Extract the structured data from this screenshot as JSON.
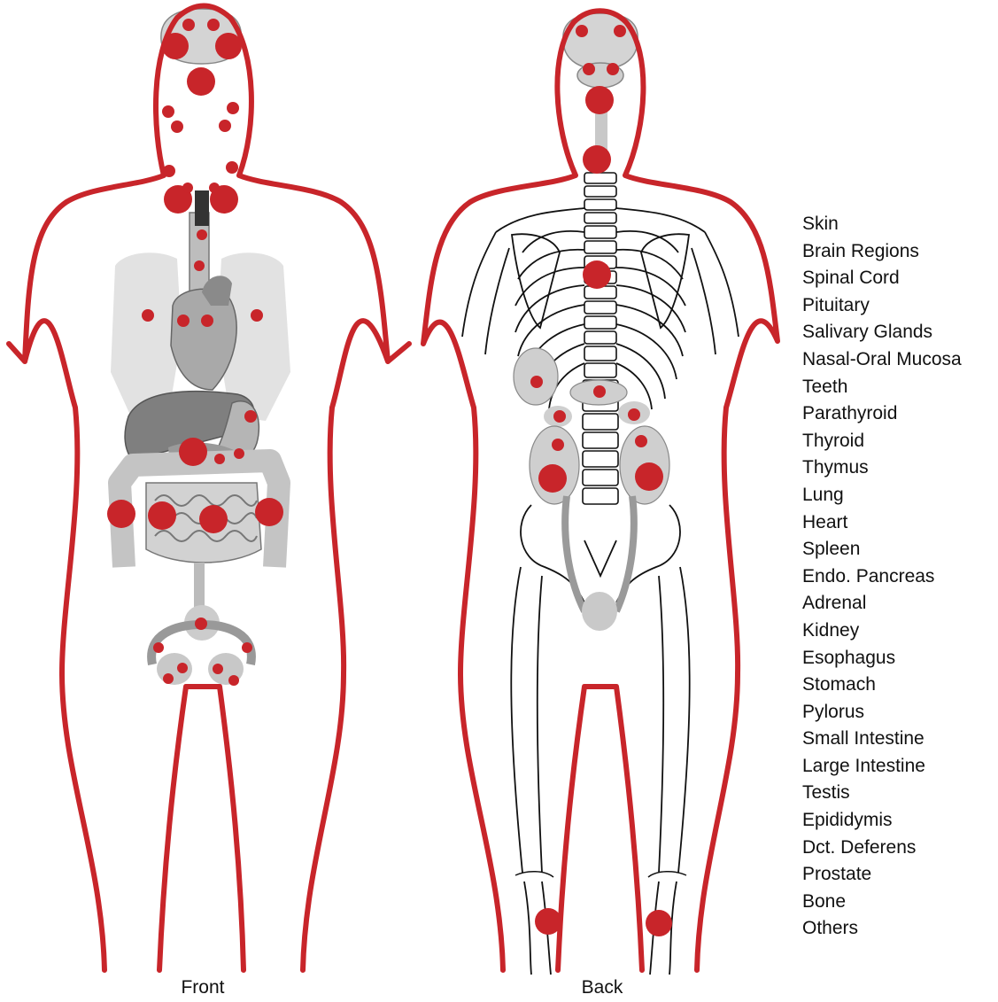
{
  "colors": {
    "outline": "#c8252a",
    "marker": "#c8252a",
    "organ_light": "#d4d4d4",
    "organ_mid": "#a8a8a8",
    "organ_dark": "#7a7a7a",
    "skeleton": "#111111"
  },
  "figures": {
    "front": {
      "caption": "Front"
    },
    "back": {
      "caption": "Back"
    }
  },
  "legend": {
    "items": [
      "Skin",
      "Brain Regions",
      "Spinal Cord",
      "Pituitary",
      "Salivary Glands",
      "Nasal-Oral Mucosa",
      "Teeth",
      "Parathyroid",
      "Thyroid",
      "Thymus",
      "Lung",
      "Heart",
      "Spleen",
      "Endo. Pancreas",
      "Adrenal",
      "Kidney",
      "Esophagus",
      "Stomach",
      "Pylorus",
      "Small Intestine",
      "Large Intestine",
      "Testis",
      "Epididymis",
      "Dct. Deferens",
      "Prostate",
      "Bone",
      "Others"
    ]
  }
}
